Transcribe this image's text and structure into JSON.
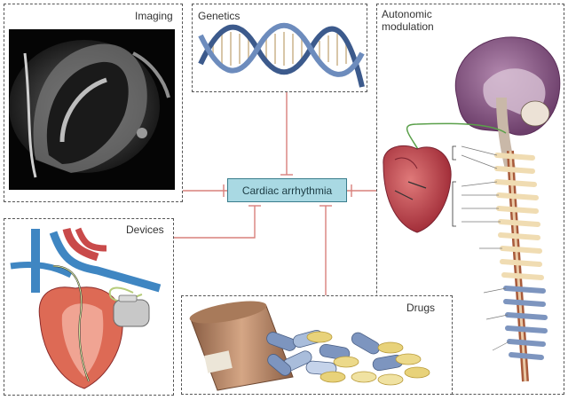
{
  "center": {
    "label": "Cardiac arrhythmia"
  },
  "panels": {
    "imaging": {
      "label": "Imaging"
    },
    "genetics": {
      "label": "Genetics"
    },
    "autonomic": {
      "label_line1": "Autonomic",
      "label_line2": "modulation"
    },
    "devices": {
      "label": "Devices"
    },
    "drugs": {
      "label": "Drugs"
    }
  },
  "colors": {
    "connector": "#d9807c",
    "center_fill": "#a9d9e3",
    "dna_blue": "#3c5a8c",
    "brain_purple": "#8a5a86",
    "heart_red": "#c2444a",
    "pill_blue": "#7d95bf",
    "pill_yellow": "#e8d27a",
    "bottle_brown": "#b98763"
  }
}
